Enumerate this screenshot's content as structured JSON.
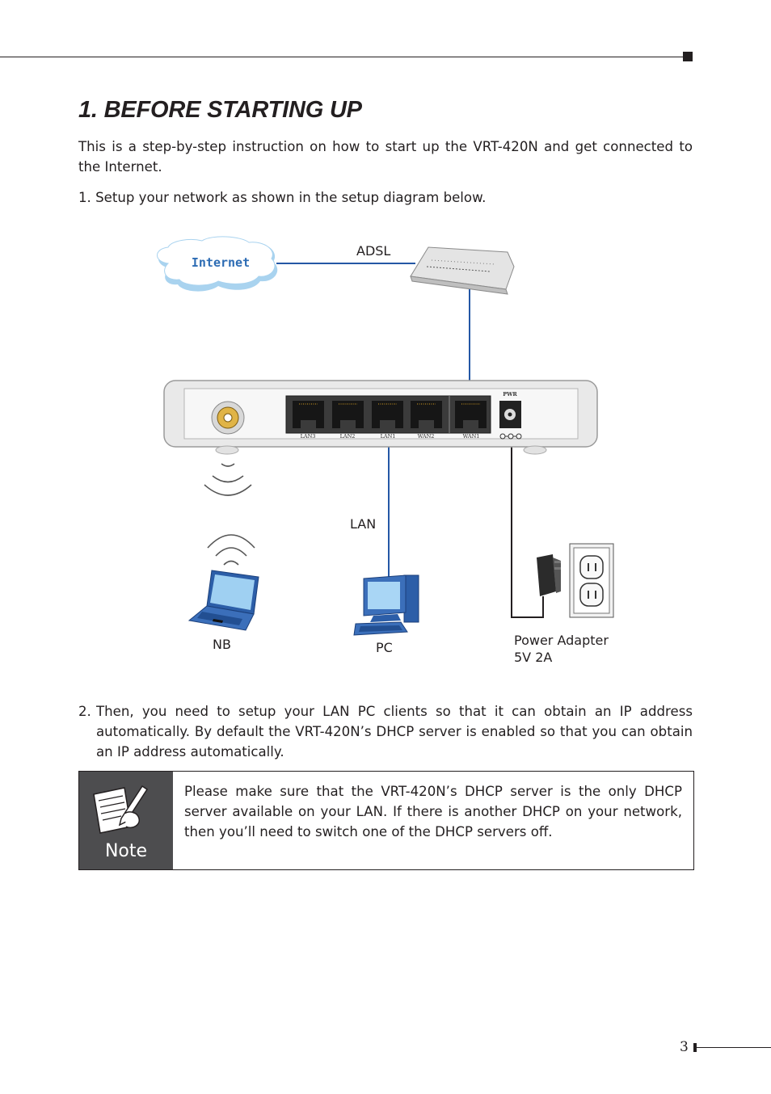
{
  "heading": "1. BEFORE STARTING UP",
  "intro": "This is a step-by-step instruction on how to start up the VRT-420N and get connected to the Internet.",
  "step1": "1. Setup your network as shown in the setup diagram below.",
  "diagram": {
    "internet": "Internet",
    "adsl": "ADSL",
    "lan": "LAN",
    "nb": "NB",
    "pc": "PC",
    "power_line1": "Power Adapter",
    "power_line2": "5V 2A",
    "ports": [
      "LAN3",
      "LAN2",
      "LAN1",
      "WAN2",
      "WAN1"
    ],
    "pwr": "PWR"
  },
  "step2": {
    "number": "2.",
    "text": "Then, you need to setup your LAN PC clients so that it can obtain an IP address automatically. By default the VRT-420N’s DHCP server is enabled so that you can obtain an IP address automatically."
  },
  "note": {
    "label": "Note",
    "text": "Please make sure that the VRT-420N’s DHCP server is the only DHCP server available on your LAN. If there is another DHCP on your network, then you’ll need to switch one of the DHCP servers off."
  },
  "page_number": "3"
}
